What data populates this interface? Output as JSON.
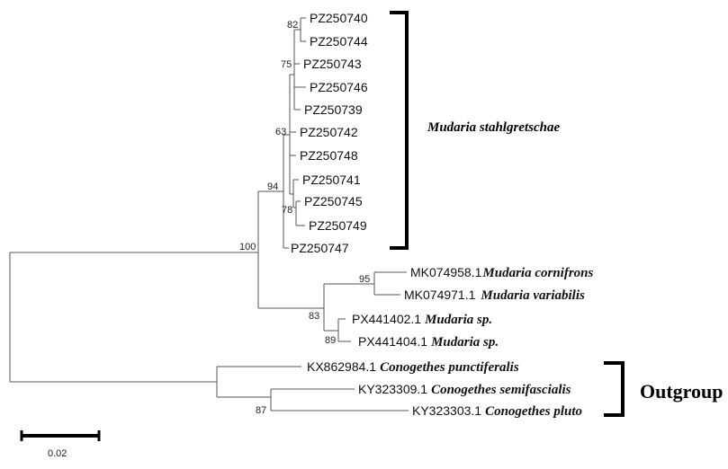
{
  "tips": [
    {
      "id": "PZ250740",
      "species": ""
    },
    {
      "id": "PZ250744",
      "species": ""
    },
    {
      "id": "PZ250743",
      "species": ""
    },
    {
      "id": "PZ250746",
      "species": ""
    },
    {
      "id": "PZ250739",
      "species": ""
    },
    {
      "id": "PZ250742",
      "species": ""
    },
    {
      "id": "PZ250748",
      "species": ""
    },
    {
      "id": "PZ250741",
      "species": ""
    },
    {
      "id": "PZ250745",
      "species": ""
    },
    {
      "id": "PZ250749",
      "species": ""
    },
    {
      "id": "PZ250747",
      "species": ""
    },
    {
      "id": "MK074958.1",
      "species": "Mudaria cornifrons"
    },
    {
      "id": "MK074971.1",
      "species": "Mudaria variabilis"
    },
    {
      "id": "PX441402.1",
      "species": "Mudaria sp."
    },
    {
      "id": "PX441404.1",
      "species": "Mudaria sp."
    },
    {
      "id": "KX862984.1",
      "species": "Conogethes punctiferalis"
    },
    {
      "id": "KY323309.1",
      "species": "Conogethes semifascialis"
    },
    {
      "id": "KY323303.1",
      "species": "Conogethes pluto"
    }
  ],
  "support_values": [
    "82",
    "75",
    "63",
    "94",
    "78",
    "100",
    "95",
    "83",
    "89",
    "87"
  ],
  "clades": {
    "ingroup_label": "Mudaria stahlgretschae",
    "outgroup_label": "Outgroup"
  },
  "scale": {
    "value": 0.02,
    "label": "0.02"
  },
  "colors": {
    "branch": "#555555",
    "text": "#111111",
    "bracket": "#000000"
  }
}
